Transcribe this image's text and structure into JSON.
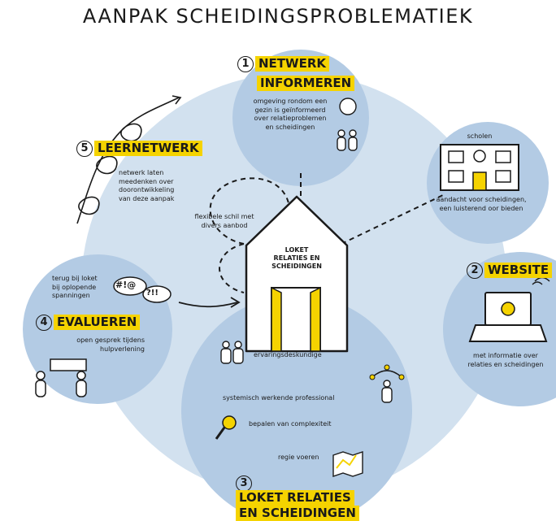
{
  "title": "AANPAK SCHEIDINGSPROBLEMATIEK",
  "step1": {
    "number": "1",
    "heading_line1": "NETWERK",
    "heading_line2": "INFORMEREN",
    "text": [
      "omgeving rondom een",
      "gezin is geïnformeerd",
      "over relatieproblemen",
      "en scheidingen"
    ]
  },
  "step5": {
    "number": "5",
    "heading": "LEERNETWERK",
    "text": [
      "netwerk laten",
      "meedenken over",
      "doorontwikkeling",
      "van deze aanpak"
    ]
  },
  "schools": {
    "label": "scholen",
    "text": [
      "aandacht voor scheidingen,",
      "een luisterend oor bieden"
    ]
  },
  "shell": {
    "text": [
      "flexibele schil met",
      "divers aanbod"
    ]
  },
  "house": {
    "label": [
      "LOKET",
      "RELATIES EN",
      "SCHEIDINGEN"
    ]
  },
  "step2": {
    "number": "2",
    "heading": "WEBSITE",
    "text": [
      "met informatie over",
      "relaties en scheidingen"
    ]
  },
  "step4": {
    "number": "4",
    "heading": "EVALUEREN",
    "top_text": [
      "terug bij loket",
      "bij oplopende",
      "spanningen"
    ],
    "bubble1": "#!@",
    "bubble2": "?!!",
    "text": [
      "open gesprek tijdens",
      "hulpverlening"
    ]
  },
  "step3": {
    "number": "3",
    "heading_line1": "LOKET RELATIES",
    "heading_line2": "EN SCHEIDINGEN",
    "items": [
      "ervaringsdeskundige",
      "systemisch werkende professional",
      "bepalen van complexiteit",
      "regie voeren"
    ]
  },
  "colors": {
    "circle_light": "#cfdfee",
    "circle_dark": "#afc8e2",
    "accent": "#f5d300",
    "ink": "#1a1a1a"
  }
}
